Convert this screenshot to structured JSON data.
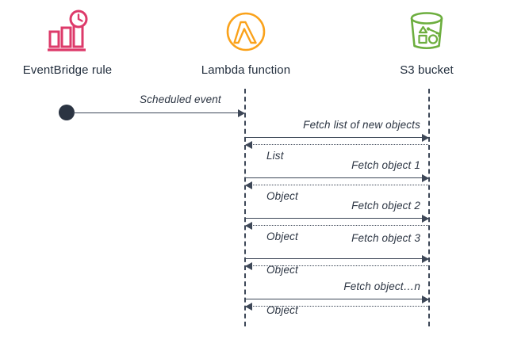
{
  "diagram": {
    "title": "EventBridge scheduled Lambda fetching S3 objects sequence diagram",
    "background": "#ffffff"
  },
  "colors": {
    "eventbridge_pink": "#DD3A6A",
    "lambda_orange": "#FAA21B",
    "s3_green": "#6CAE3E",
    "line_navy": "#3D4757",
    "text_navy": "#232F3E",
    "dot_navy": "#2B3442"
  },
  "actors": [
    {
      "id": "eventbridge",
      "label": "EventBridge rule",
      "icon": "eventbridge-rule-icon",
      "color": "#DD3A6A"
    },
    {
      "id": "lambda",
      "label": "Lambda function",
      "icon": "lambda-function-icon",
      "color": "#FAA21B"
    },
    {
      "id": "s3",
      "label": "S3 bucket",
      "icon": "s3-bucket-icon",
      "color": "#6CAE3E"
    }
  ],
  "messages": [
    {
      "id": "scheduled-event",
      "label": "Scheduled event",
      "from": "eventbridge",
      "to": "lambda",
      "direction": "right",
      "style": "solid"
    },
    {
      "id": "fetch-list-of-new-objects",
      "label": "Fetch list of new objects",
      "from": "lambda",
      "to": "s3",
      "direction": "right",
      "style": "solid"
    },
    {
      "id": "list",
      "label": "List",
      "from": "s3",
      "to": "lambda",
      "direction": "left",
      "style": "dotted"
    },
    {
      "id": "fetch-object-1",
      "label": "Fetch object 1",
      "from": "lambda",
      "to": "s3",
      "direction": "right",
      "style": "solid"
    },
    {
      "id": "object-1",
      "label": "Object",
      "from": "s3",
      "to": "lambda",
      "direction": "left",
      "style": "dotted"
    },
    {
      "id": "fetch-object-2",
      "label": "Fetch object 2",
      "from": "lambda",
      "to": "s3",
      "direction": "right",
      "style": "solid"
    },
    {
      "id": "object-2",
      "label": "Object",
      "from": "s3",
      "to": "lambda",
      "direction": "left",
      "style": "dotted"
    },
    {
      "id": "fetch-object-3",
      "label": "Fetch object 3",
      "from": "lambda",
      "to": "s3",
      "direction": "right",
      "style": "solid"
    },
    {
      "id": "object-3",
      "label": "Object",
      "from": "s3",
      "to": "lambda",
      "direction": "left",
      "style": "dotted"
    },
    {
      "id": "fetch-object-n",
      "label": "Fetch object…n",
      "from": "lambda",
      "to": "s3",
      "direction": "right",
      "style": "solid"
    },
    {
      "id": "object-n",
      "label": "Object",
      "from": "s3",
      "to": "lambda",
      "direction": "left",
      "style": "dotted"
    }
  ]
}
